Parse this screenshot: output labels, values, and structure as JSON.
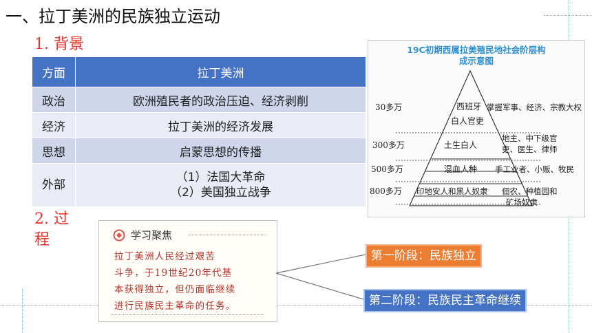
{
  "title": "一、拉丁美洲的民族独立运动",
  "section1": "1. 背景",
  "section2": "2. 过程",
  "table": {
    "headers": [
      "方面",
      "拉丁美洲"
    ],
    "rows": [
      {
        "aspect": "政治",
        "content": "欧洲殖民者的政治压迫、经济剥削"
      },
      {
        "aspect": "经济",
        "content": "拉丁美洲的经济发展"
      },
      {
        "aspect": "思想",
        "content": "启蒙思想的传播"
      },
      {
        "aspect": "外部",
        "content": "（1）法国大革命",
        "content2": "（2）美国独立战争"
      }
    ]
  },
  "pyramid": {
    "title_line1": "19C初期西属拉美殖民地社会阶层构",
    "title_line2": "成示意图",
    "levels": [
      {
        "count": "30多万",
        "name1": "西班牙",
        "name2": "白人官吏",
        "role1": "掌握军事、经济、宗教大权",
        "role2": ""
      },
      {
        "count": "300多万",
        "name1": "土生白人",
        "name2": "",
        "role1": "地主、中下级官",
        "role2": "吏、医生、律师"
      },
      {
        "count": "500多万",
        "name1": "混血人种",
        "name2": "",
        "role1": "手工业者、小贩、牧民",
        "role2": ""
      },
      {
        "count": "800多万",
        "name1": "印地安人和黑人奴隶",
        "name2": "",
        "role1": "佃农、种植园和",
        "role2": "矿场奴隶"
      }
    ]
  },
  "focus": {
    "title": "学习聚焦",
    "lines": [
      "拉丁美洲人民经过艰苦",
      "斗争，于19世纪20年代基",
      "本获得独立，但仍面临继续",
      "进行民族民主革命的任务。"
    ]
  },
  "stages": {
    "stage1": "第一阶段：民族独立",
    "stage2": "第二阶段：民族民主革命继续"
  },
  "colors": {
    "accent_red": "#e8322b",
    "header_blue": "#4472c4",
    "stage1_orange": "#ed7d31",
    "stage2_blue": "#4472c4"
  }
}
